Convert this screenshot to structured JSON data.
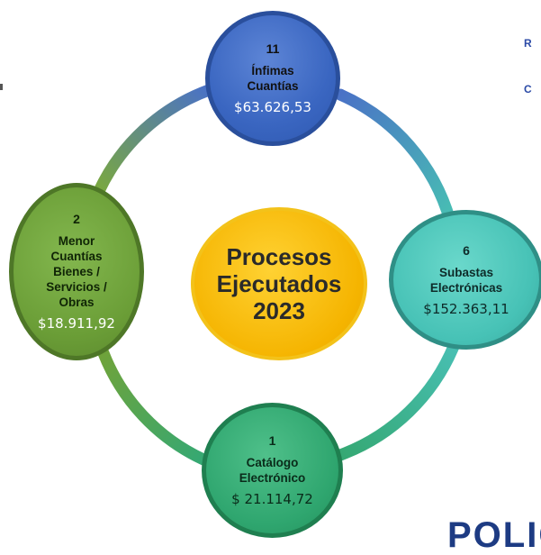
{
  "diagram": {
    "center": {
      "title_lines": [
        "Procesos",
        "Ejecutados",
        "2023"
      ]
    },
    "nodes": [
      {
        "id": "infimas",
        "count": "11",
        "label_lines": [
          "Ínfimas",
          "Cuantías"
        ],
        "amount": "$63.626,53",
        "color": "#3a66c1"
      },
      {
        "id": "subastas",
        "count": "6",
        "label_lines": [
          "Subastas",
          "Electrónicas"
        ],
        "amount": "$152.363,11",
        "color": "#47c2b6"
      },
      {
        "id": "catalogo",
        "count": "1",
        "label_lines": [
          "Catálogo",
          "Electrónico"
        ],
        "amount": "$ 21.114,72",
        "color": "#2fa66f"
      },
      {
        "id": "menor",
        "count": "2",
        "label_lines": [
          "Menor",
          "Cuantías",
          "Bienes /",
          "Servicios /",
          "Obras"
        ],
        "amount": "$18.911,92",
        "color": "#6b9e37"
      }
    ],
    "ring_colors": [
      "#3a66c1",
      "#47c2b6",
      "#2fa66f",
      "#6b9e37"
    ]
  },
  "corner": {
    "top_right_lines": [
      "R",
      "C"
    ],
    "bottom_right_logo": "POLIC"
  }
}
